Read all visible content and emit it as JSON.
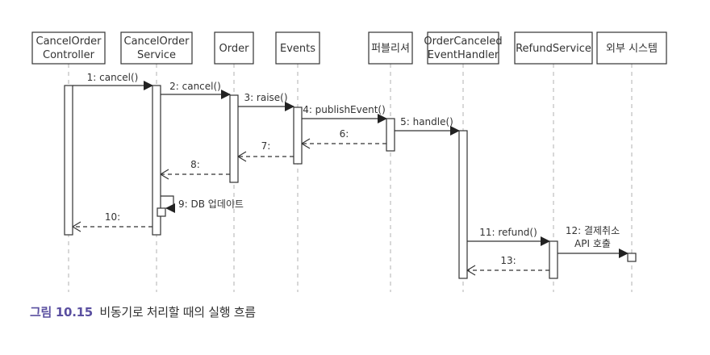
{
  "diagram": {
    "type": "sequence",
    "participants": [
      {
        "id": "controller",
        "lines": [
          "CancelOrder",
          "Controller"
        ]
      },
      {
        "id": "service",
        "lines": [
          "CancelOrder",
          "Service"
        ]
      },
      {
        "id": "order",
        "lines": [
          "Order"
        ]
      },
      {
        "id": "events",
        "lines": [
          "Events"
        ]
      },
      {
        "id": "publisher",
        "lines": [
          "퍼블리셔"
        ]
      },
      {
        "id": "handler",
        "lines": [
          "OrderCanceled",
          "EventHandler"
        ]
      },
      {
        "id": "refund",
        "lines": [
          "RefundService"
        ]
      },
      {
        "id": "external",
        "lines": [
          "외부 시스템"
        ]
      }
    ],
    "messages": [
      {
        "seq": 1,
        "label": "1: cancel()",
        "from": "controller",
        "to": "service",
        "kind": "call"
      },
      {
        "seq": 2,
        "label": "2: cancel()",
        "from": "service",
        "to": "order",
        "kind": "call"
      },
      {
        "seq": 3,
        "label": "3: raise()",
        "from": "order",
        "to": "events",
        "kind": "call"
      },
      {
        "seq": 4,
        "label": "4: publishEvent()",
        "from": "events",
        "to": "publisher",
        "kind": "call"
      },
      {
        "seq": 5,
        "label": "5: handle()",
        "from": "publisher",
        "to": "handler",
        "kind": "call"
      },
      {
        "seq": 6,
        "label": "6:",
        "from": "publisher",
        "to": "events",
        "kind": "return"
      },
      {
        "seq": 7,
        "label": "7:",
        "from": "events",
        "to": "order",
        "kind": "return"
      },
      {
        "seq": 8,
        "label": "8:",
        "from": "order",
        "to": "service",
        "kind": "return"
      },
      {
        "seq": 9,
        "label": "9: DB 업데이트",
        "from": "service",
        "to": "service",
        "kind": "self"
      },
      {
        "seq": 10,
        "label": "10:",
        "from": "service",
        "to": "controller",
        "kind": "return"
      },
      {
        "seq": 11,
        "label": "11: refund()",
        "from": "handler",
        "to": "refund",
        "kind": "call"
      },
      {
        "seq": 12,
        "label_lines": [
          "12: 결제취소",
          "API 호출"
        ],
        "from": "refund",
        "to": "external",
        "kind": "call"
      },
      {
        "seq": 13,
        "label": "13:",
        "from": "refund",
        "to": "handler",
        "kind": "return"
      }
    ]
  },
  "caption": {
    "figure": "그림 10.15",
    "text": "비동기로 처리할 때의 실행 흐름"
  },
  "colors": {
    "line": "#333333",
    "lifeline": "#b0b0b0",
    "caption_accent": "#5a4fa0"
  }
}
